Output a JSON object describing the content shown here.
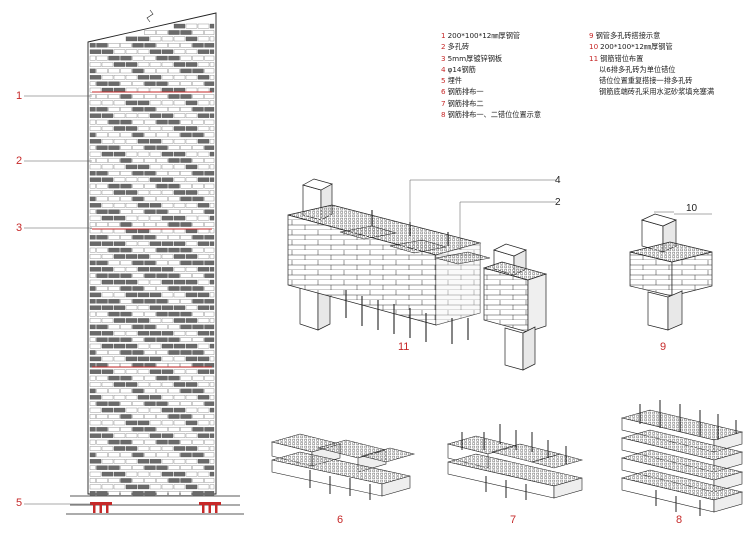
{
  "legend_left": [
    {
      "num": "1",
      "text": "200*100*12㎜厚钢管"
    },
    {
      "num": "2",
      "text": "多孔砖"
    },
    {
      "num": "3",
      "text": "5mm厚镀锌钢板"
    },
    {
      "num": "4",
      "text": "φ14钢筋"
    },
    {
      "num": "5",
      "text": "埋件"
    },
    {
      "num": "6",
      "text": "钢筋排布一"
    },
    {
      "num": "7",
      "text": "钢筋排布二"
    },
    {
      "num": "8",
      "text": "钢筋排布一、二错位位置示意"
    }
  ],
  "legend_right": [
    {
      "num": "9",
      "text": "钢管多孔砖搭接示意"
    },
    {
      "num": "10",
      "text": "200*100*12㎜厚钢管"
    },
    {
      "num": "11",
      "text": "钢筋错位布置",
      "notes": [
        "以6排多孔砖为单位错位",
        "错位位置重复搭接一排多孔砖",
        "钢筋底端砖孔采用水泥砂浆填充塞满"
      ]
    }
  ],
  "elevation_callouts": [
    "1",
    "2",
    "3",
    "5"
  ],
  "axo_callouts": [
    "4",
    "2",
    "10"
  ],
  "figure_labels": [
    "11",
    "9",
    "6",
    "7",
    "8"
  ],
  "colors": {
    "accent": "#c62828",
    "line": "#222222",
    "brick_dark": "#6a6a6a",
    "brick_light": "#ffffff"
  }
}
